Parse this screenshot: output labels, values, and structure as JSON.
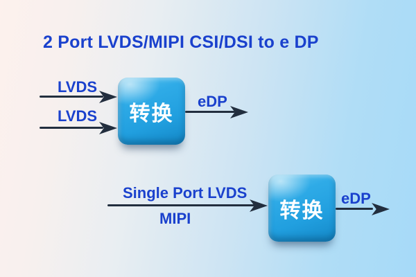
{
  "title": "2 Port LVDS/MIPI CSI/DSI to e DP",
  "colors": {
    "background_left": "#fdf1ed",
    "background_right": "#a6daf8",
    "label_blue": "#1a41cd",
    "arrow_dark": "#222e3e",
    "box_blue": "#2fabe7",
    "box_text": "#ffffff"
  },
  "diagrams": [
    {
      "inputs": [
        "LVDS",
        "LVDS"
      ],
      "box_label": "转换",
      "output": "eDP"
    },
    {
      "input_top": "Single Port LVDS",
      "input_bottom": "MIPI",
      "box_label": "转换",
      "output": "eDP"
    }
  ]
}
